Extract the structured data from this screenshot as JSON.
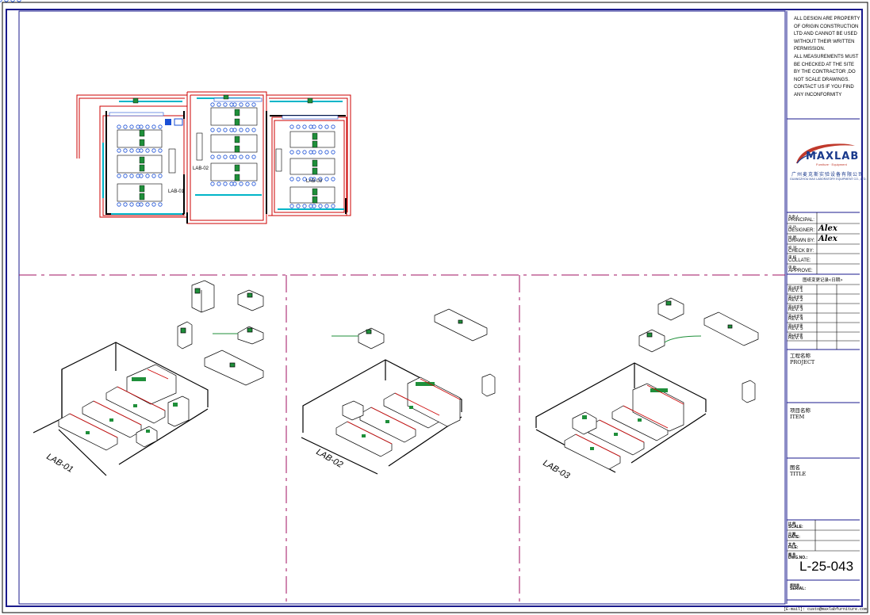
{
  "notes": [
    "ALL DESIGN ARE PROPERTY",
    "OF ORIGIN CONSTRUCTION",
    "LTD  AND CANNOT BE USED",
    "WITHOUT THEIR  WRITTEN",
    "PERMISSION.",
    "ALL  MEASUREMENTS MUST",
    "BE CHECKED AT THE SITE",
    "BY  THE CONTRACTOR ,DO",
    "NOT SCALE DRAWINGS.",
    "CONTACT US IF YOU FIND",
    "ANY INCONFORMITY"
  ],
  "logo": {
    "word": "MAXLAB",
    "sub": "Furniture · Equipment",
    "cn": "广州麦克斯实验设备有限公司",
    "en": "GUANGZHOU MAX LABORATORY EQUIPMENT CO., LTD."
  },
  "roles": [
    {
      "cn": "负责人",
      "en": "PRINCIPAL:",
      "sig": ""
    },
    {
      "cn": "设  计",
      "en": "DESIGNER:",
      "sig": "Alex"
    },
    {
      "cn": "绘  图",
      "en": "DRAWN BY:",
      "sig": "Alex"
    },
    {
      "cn": "校  对",
      "en": "CHECK BY:",
      "sig": ""
    },
    {
      "cn": "审  核",
      "en": "COLLATE:",
      "sig": ""
    },
    {
      "cn": "审  批",
      "en": "APPROVE:",
      "sig": ""
    }
  ],
  "revision_header": "图纸变更记录<日期>",
  "revisions": [
    {
      "cn": "第1次变更",
      "en": "REV. 1"
    },
    {
      "cn": "第2次变更",
      "en": "REV. 2"
    },
    {
      "cn": "第3次变更",
      "en": "REV. 3"
    },
    {
      "cn": "第4次变更",
      "en": "REV. 4"
    },
    {
      "cn": "第5次变更",
      "en": "REV. 5"
    },
    {
      "cn": "第6次变更",
      "en": "REV. 6"
    }
  ],
  "fields": {
    "project_cn": "工程名称",
    "project_en": "PROJECT",
    "item_cn": "项目名称",
    "item_en": "ITEM",
    "title_cn": "图名",
    "title_en": "TITLE"
  },
  "meta": [
    {
      "cn": "比  例",
      "en": "SCALE:"
    },
    {
      "cn": "日  期",
      "en": "DATE:"
    },
    {
      "cn": "文  件",
      "en": "FILE:"
    },
    {
      "cn": "图  号",
      "en": "DWG.NO.:"
    }
  ],
  "dwg_no": "L-25-043",
  "serial": {
    "cn": "序列号",
    "en": "SERIAL:"
  },
  "email": "[E-mail]: custo@maxlabfurniture.com",
  "plan_labels": [
    "LAB-01",
    "LAB-02",
    "LAB-03"
  ],
  "iso_labels": [
    "LAB-01",
    "LAB-02",
    "LAB-03"
  ],
  "colors": {
    "frame": "#1a1a8c",
    "wall": "#cc0000",
    "glass": "#00b5c8",
    "chair": "#1a4fd6",
    "sink": "#1f8f3a",
    "divider": "#a01060",
    "ink": "#000000"
  }
}
